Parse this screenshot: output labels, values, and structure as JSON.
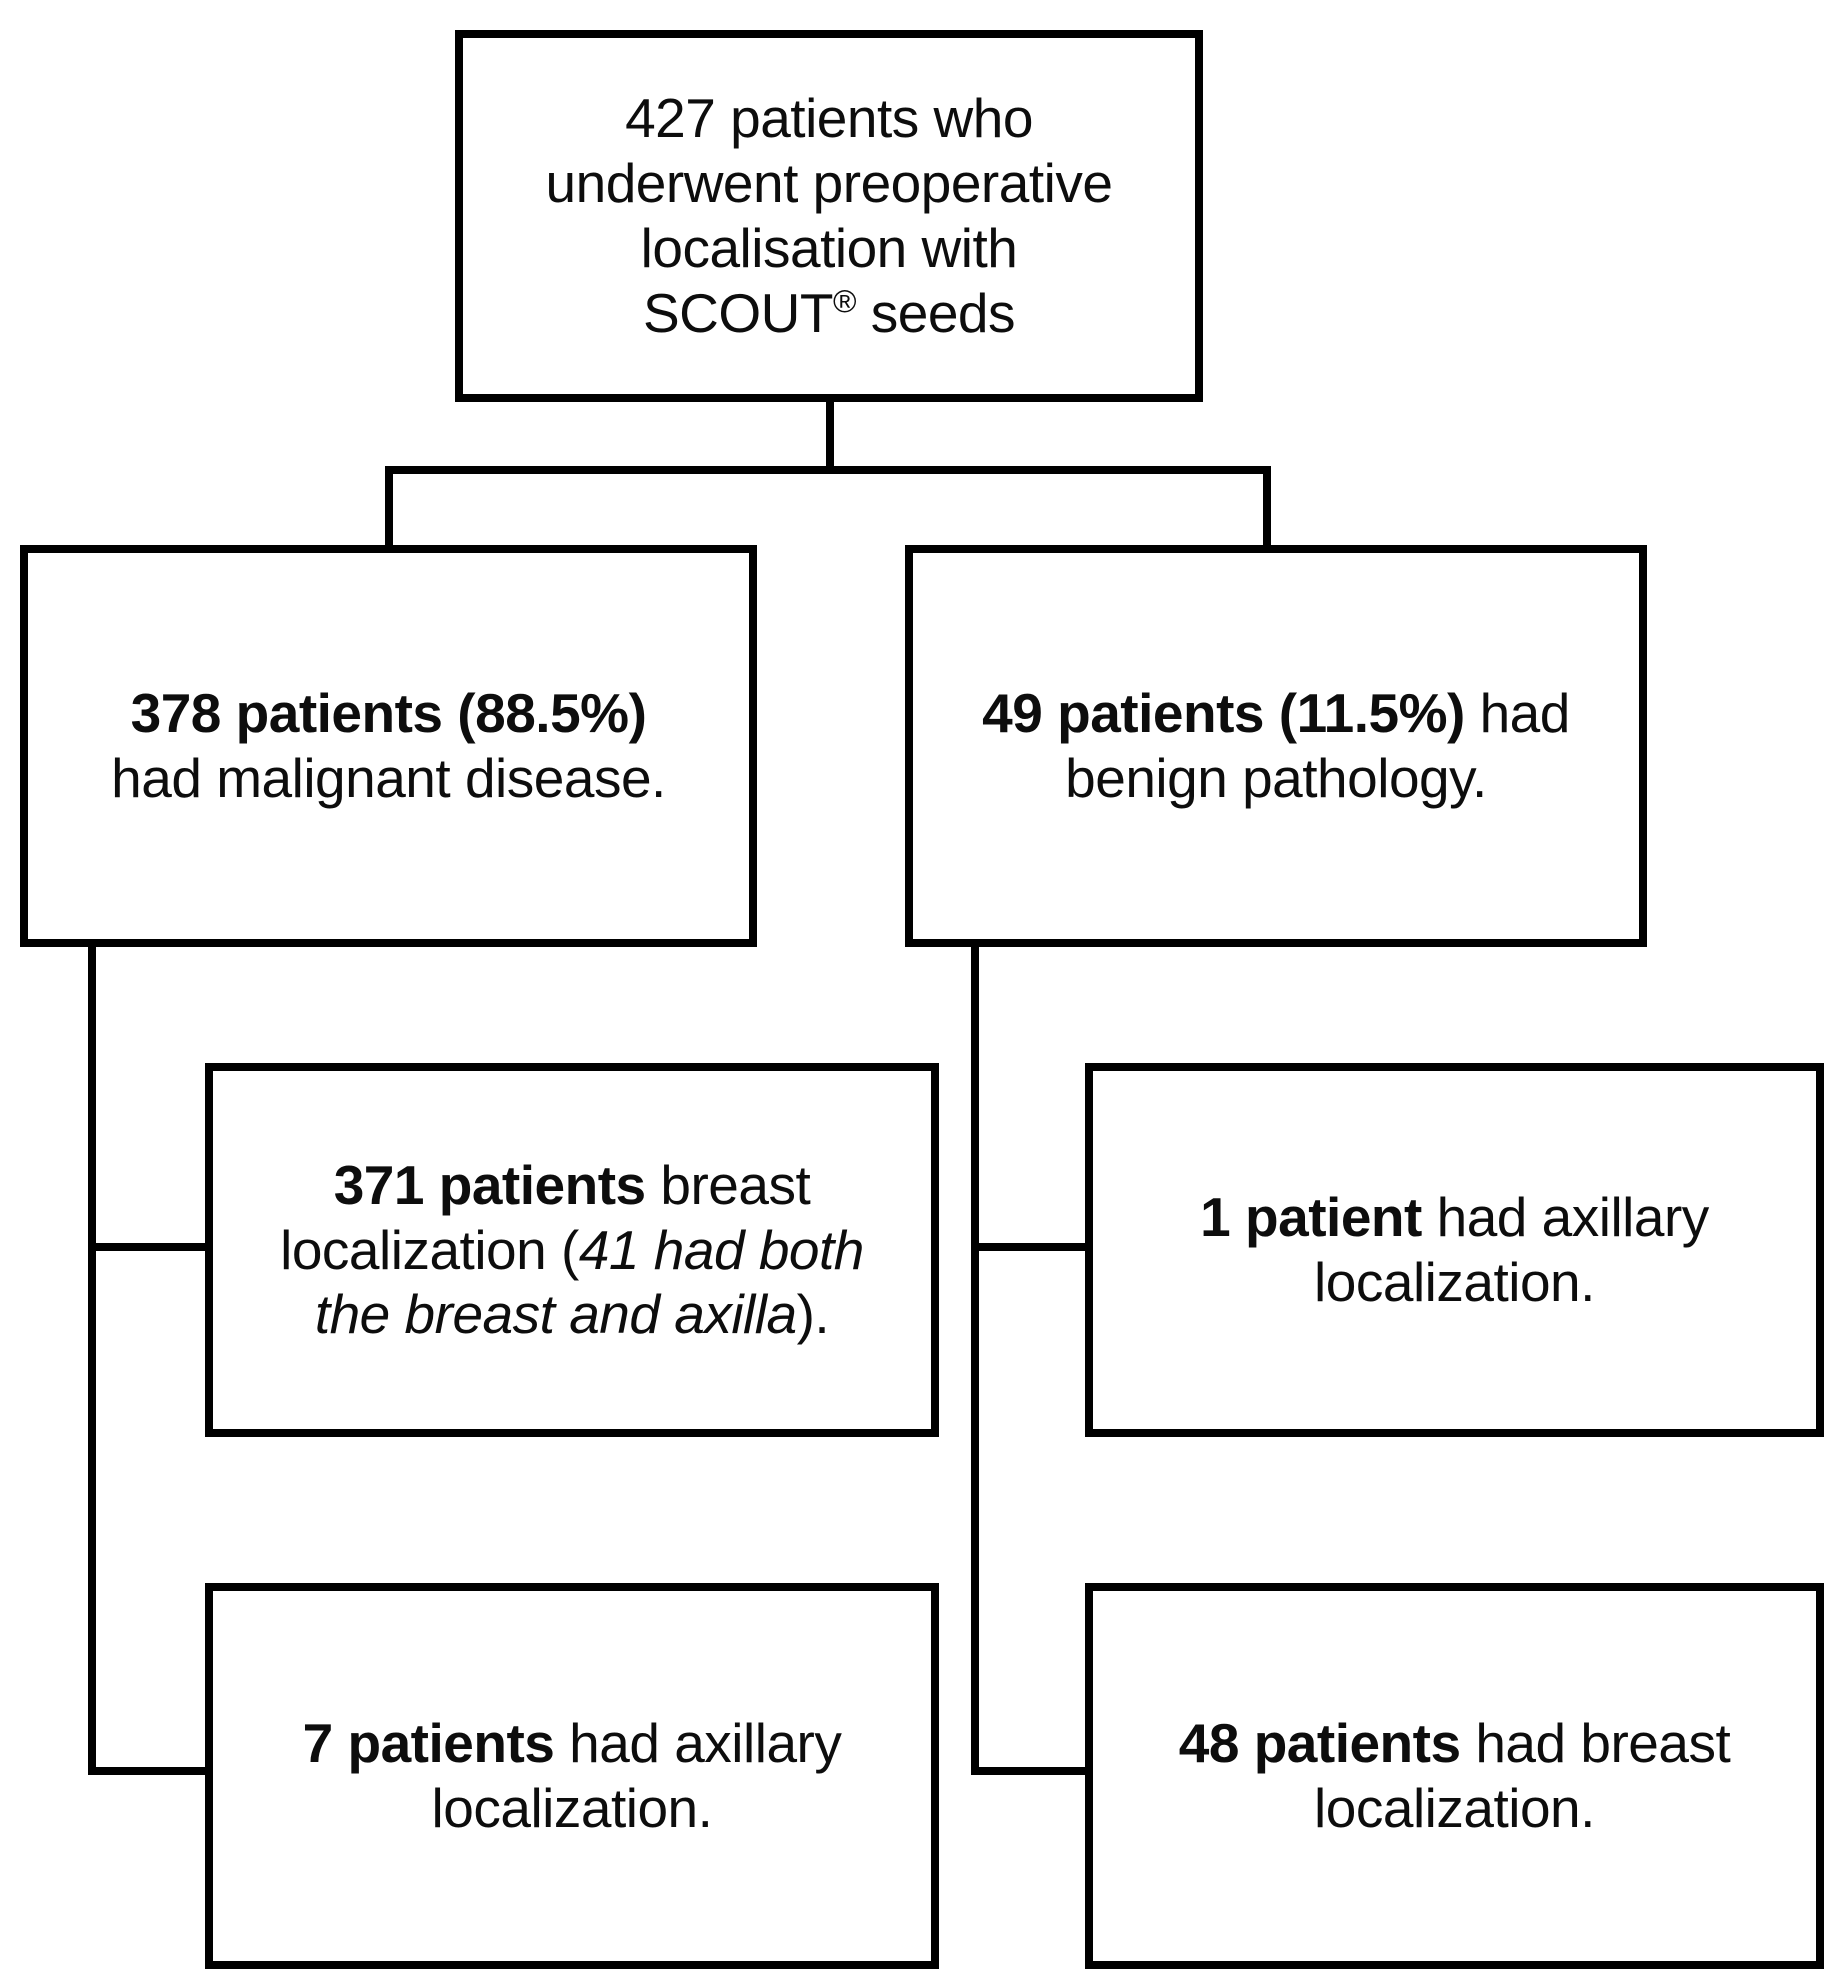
{
  "figure": {
    "background": "#ffffff",
    "box_border_color": "#000000",
    "text_color": "#0d0d0d"
  },
  "nodes": {
    "root": {
      "line1": "427 patients who",
      "line2": "underwent preoperative",
      "line3": "localisation with",
      "brand": "SCOUT",
      "registered_mark": "®",
      "brand_rest": " seeds"
    },
    "malignant": {
      "line1_bold": "378 patients (88.5%)",
      "line2": "had malignant disease."
    },
    "benign": {
      "line1_bold": "49 patients (11.5%)",
      "line1_rest": " had",
      "line2": "benign pathology."
    },
    "malignant_breast": {
      "line1_bold": "371 patients",
      "line1_rest": " breast",
      "line2_regular": "localization (",
      "line2_italic": "41 had both",
      "line3_italic": "the breast and axilla",
      "line3_regular": ")."
    },
    "benign_axillary": {
      "line1_bold": "1 patient",
      "line1_rest": " had axillary",
      "line2": "localization."
    },
    "malignant_axillary": {
      "line1_bold": "7 patients",
      "line1_rest": " had axillary",
      "line2": "localization."
    },
    "benign_breast": {
      "line1_bold": "48 patients",
      "line1_rest": " had breast",
      "line2": "localization."
    }
  }
}
